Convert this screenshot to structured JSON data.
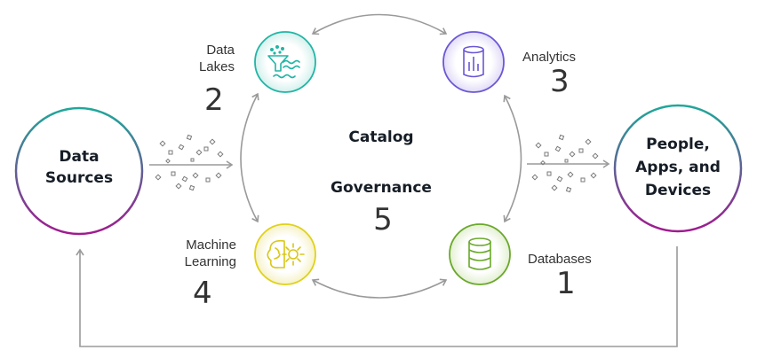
{
  "data_sources": {
    "line1": "Data",
    "line2": "Sources"
  },
  "people": {
    "line1": "People,",
    "line2": "Apps, and",
    "line3": "Devices"
  },
  "center": {
    "catalog": "Catalog",
    "governance": "Governance",
    "number": "5"
  },
  "data_lakes": {
    "line1": "Data",
    "line2": "Lakes",
    "number": "2"
  },
  "analytics": {
    "label": "Analytics",
    "number": "3"
  },
  "machine_learning": {
    "line1": "Machine",
    "line2": "Learning",
    "number": "4"
  },
  "databases": {
    "label": "Databases",
    "number": "1"
  },
  "icons": {
    "data_lakes": "data-lake-funnel-icon",
    "analytics": "analytics-cylinder-icon",
    "machine_learning": "brain-gear-icon",
    "databases": "database-icon"
  },
  "colors": {
    "gradient_start": "#a01a8f",
    "gradient_end": "#1fa899",
    "data_lakes": "#21b5a5",
    "analytics": "#6b57d6",
    "machine_learning": "#e0d11a",
    "databases": "#6aa82a",
    "arrow": "#9a9a9a",
    "text": "#161d26"
  }
}
